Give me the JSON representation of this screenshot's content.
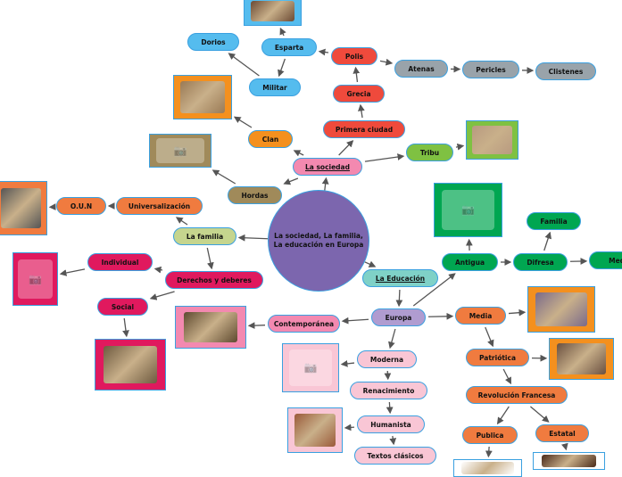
{
  "central": {
    "label": "La sociedad, La familia,\nLa educación en Europa",
    "color": "#7C66AE"
  },
  "nodes": [
    {
      "id": "dorios",
      "label": "Dorios",
      "color": "#55BCEE"
    },
    {
      "id": "esparta",
      "label": "Esparta",
      "color": "#55BCEE"
    },
    {
      "id": "militar",
      "label": "Militar",
      "color": "#55BCEE"
    },
    {
      "id": "polis",
      "label": "Polis",
      "color": "#EF4A3C"
    },
    {
      "id": "atenas",
      "label": "Atenas",
      "color": "#99A3AA"
    },
    {
      "id": "pericles",
      "label": "Pericles",
      "color": "#99A3AA"
    },
    {
      "id": "clistenes",
      "label": "Clistenes",
      "color": "#99A3AA"
    },
    {
      "id": "grecia",
      "label": "Grecia",
      "color": "#EF4A3C"
    },
    {
      "id": "primera",
      "label": "Primera ciudad",
      "color": "#EF4A3C"
    },
    {
      "id": "sociedad",
      "label": "La sociedad",
      "color": "#F389B0",
      "underline": true
    },
    {
      "id": "tribu",
      "label": "Tribu",
      "color": "#7FC142"
    },
    {
      "id": "clan",
      "label": "Clan",
      "color": "#F4901E"
    },
    {
      "id": "hordas",
      "label": "Hordas",
      "color": "#A08A5A"
    },
    {
      "id": "universal",
      "label": "Universalización",
      "color": "#F07B3F"
    },
    {
      "id": "oun",
      "label": "O.U.N",
      "color": "#F07B3F"
    },
    {
      "id": "familia",
      "label": "La familia",
      "color": "#C5D58E"
    },
    {
      "id": "individual",
      "label": "Individual",
      "color": "#E0195E"
    },
    {
      "id": "derechos",
      "label": "Derechos y deberes",
      "color": "#E0195E"
    },
    {
      "id": "social",
      "label": "Social",
      "color": "#E0195E"
    },
    {
      "id": "contemp",
      "label": "Contemporánea",
      "color": "#F389B0"
    },
    {
      "id": "educacion",
      "label": "La Educación",
      "color": "#7FD1C7",
      "underline": true
    },
    {
      "id": "europa",
      "label": "Europa",
      "color": "#B09CD0"
    },
    {
      "id": "antigua",
      "label": "Antigua",
      "color": "#00A651"
    },
    {
      "id": "difresa",
      "label": "Difresa",
      "color": "#00A651"
    },
    {
      "id": "familia2",
      "label": "Familia",
      "color": "#00A651"
    },
    {
      "id": "medio",
      "label": "Medio",
      "color": "#00A651"
    },
    {
      "id": "media",
      "label": "Media",
      "color": "#F07B3F"
    },
    {
      "id": "moderna",
      "label": "Moderna",
      "color": "#F9C6D5"
    },
    {
      "id": "renac",
      "label": "Renacimiento",
      "color": "#F9C6D5"
    },
    {
      "id": "humanista",
      "label": "Humanista",
      "color": "#F9C6D5"
    },
    {
      "id": "textos",
      "label": "Textos clásicos",
      "color": "#F9C6D5"
    },
    {
      "id": "patriotica",
      "label": "Patriótica",
      "color": "#F07B3F"
    },
    {
      "id": "revolucion",
      "label": "Revolución Francesa",
      "color": "#F07B3F"
    },
    {
      "id": "publica",
      "label": "Publica",
      "color": "#F07B3F"
    },
    {
      "id": "estatal",
      "label": "Estatal",
      "color": "#F07B3F"
    }
  ],
  "images": [
    {
      "id": "img_esparta",
      "frame": "#55BCEE",
      "kind": "photo",
      "tone": "#6b4a34"
    },
    {
      "id": "img_clan",
      "frame": "#F4901E",
      "kind": "photo",
      "tone": "#9a7a55"
    },
    {
      "id": "img_hordas",
      "frame": "#A08A5A",
      "kind": "placeholder"
    },
    {
      "id": "img_oun",
      "frame": "#F07B3F",
      "kind": "photo",
      "tone": "#555555"
    },
    {
      "id": "img_tribu",
      "frame": "#7FC142",
      "kind": "photo",
      "tone": "#b89a80"
    },
    {
      "id": "img_antigua",
      "frame": "#00A651",
      "kind": "placeholder"
    },
    {
      "id": "img_individual",
      "frame": "#E0195E",
      "kind": "placeholder"
    },
    {
      "id": "img_social",
      "frame": "#E0195E",
      "kind": "photo",
      "tone": "#6e5a40"
    },
    {
      "id": "img_contemp",
      "frame": "#F389B0",
      "kind": "photo",
      "tone": "#5e4a30"
    },
    {
      "id": "img_moderna",
      "frame": "#F9C6D5",
      "kind": "placeholder"
    },
    {
      "id": "img_humanista",
      "frame": "#F9C6D5",
      "kind": "photo",
      "tone": "#9a5a3a"
    },
    {
      "id": "img_media",
      "frame": "#F4901E",
      "kind": "photo",
      "tone": "#7a6a8a"
    },
    {
      "id": "img_patriotica",
      "frame": "#F4901E",
      "kind": "photo",
      "tone": "#6a5040"
    },
    {
      "id": "img_publica",
      "frame": "#ffffff",
      "kind": "photo",
      "tone": "#ffffff"
    },
    {
      "id": "img_estatal",
      "frame": "#ffffff",
      "kind": "photo",
      "tone": "#4a2a1a"
    }
  ],
  "edges": [
    [
      "center",
      "sociedad"
    ],
    [
      "center",
      "familia"
    ],
    [
      "center",
      "educacion"
    ],
    [
      "sociedad",
      "primera"
    ],
    [
      "sociedad",
      "tribu"
    ],
    [
      "sociedad",
      "clan"
    ],
    [
      "sociedad",
      "hordas"
    ],
    [
      "primera",
      "grecia"
    ],
    [
      "grecia",
      "polis"
    ],
    [
      "polis",
      "esparta"
    ],
    [
      "polis",
      "atenas"
    ],
    [
      "atenas",
      "pericles"
    ],
    [
      "pericles",
      "clistenes"
    ],
    [
      "esparta",
      "img_esparta"
    ],
    [
      "esparta",
      "militar"
    ],
    [
      "militar",
      "dorios"
    ],
    [
      "clan",
      "img_clan"
    ],
    [
      "hordas",
      "img_hordas"
    ],
    [
      "tribu",
      "img_tribu"
    ],
    [
      "familia",
      "universal"
    ],
    [
      "universal",
      "oun"
    ],
    [
      "oun",
      "img_oun"
    ],
    [
      "familia",
      "derechos"
    ],
    [
      "derechos",
      "individual"
    ],
    [
      "individual",
      "img_individual"
    ],
    [
      "derechos",
      "social"
    ],
    [
      "social",
      "img_social"
    ],
    [
      "educacion",
      "europa"
    ],
    [
      "europa",
      "antigua"
    ],
    [
      "antigua",
      "img_antigua"
    ],
    [
      "antigua",
      "difresa"
    ],
    [
      "difresa",
      "familia2"
    ],
    [
      "difresa",
      "medio"
    ],
    [
      "europa",
      "media"
    ],
    [
      "media",
      "img_media"
    ],
    [
      "media",
      "patriotica"
    ],
    [
      "patriotica",
      "img_patriotica"
    ],
    [
      "patriotica",
      "revolucion"
    ],
    [
      "revolucion",
      "publica"
    ],
    [
      "revolucion",
      "estatal"
    ],
    [
      "publica",
      "img_publica"
    ],
    [
      "estatal",
      "img_estatal"
    ],
    [
      "europa",
      "contemp"
    ],
    [
      "contemp",
      "img_contemp"
    ],
    [
      "europa",
      "moderna"
    ],
    [
      "moderna",
      "img_moderna"
    ],
    [
      "moderna",
      "renac"
    ],
    [
      "renac",
      "humanista"
    ],
    [
      "humanista",
      "img_humanista"
    ],
    [
      "humanista",
      "textos"
    ]
  ]
}
